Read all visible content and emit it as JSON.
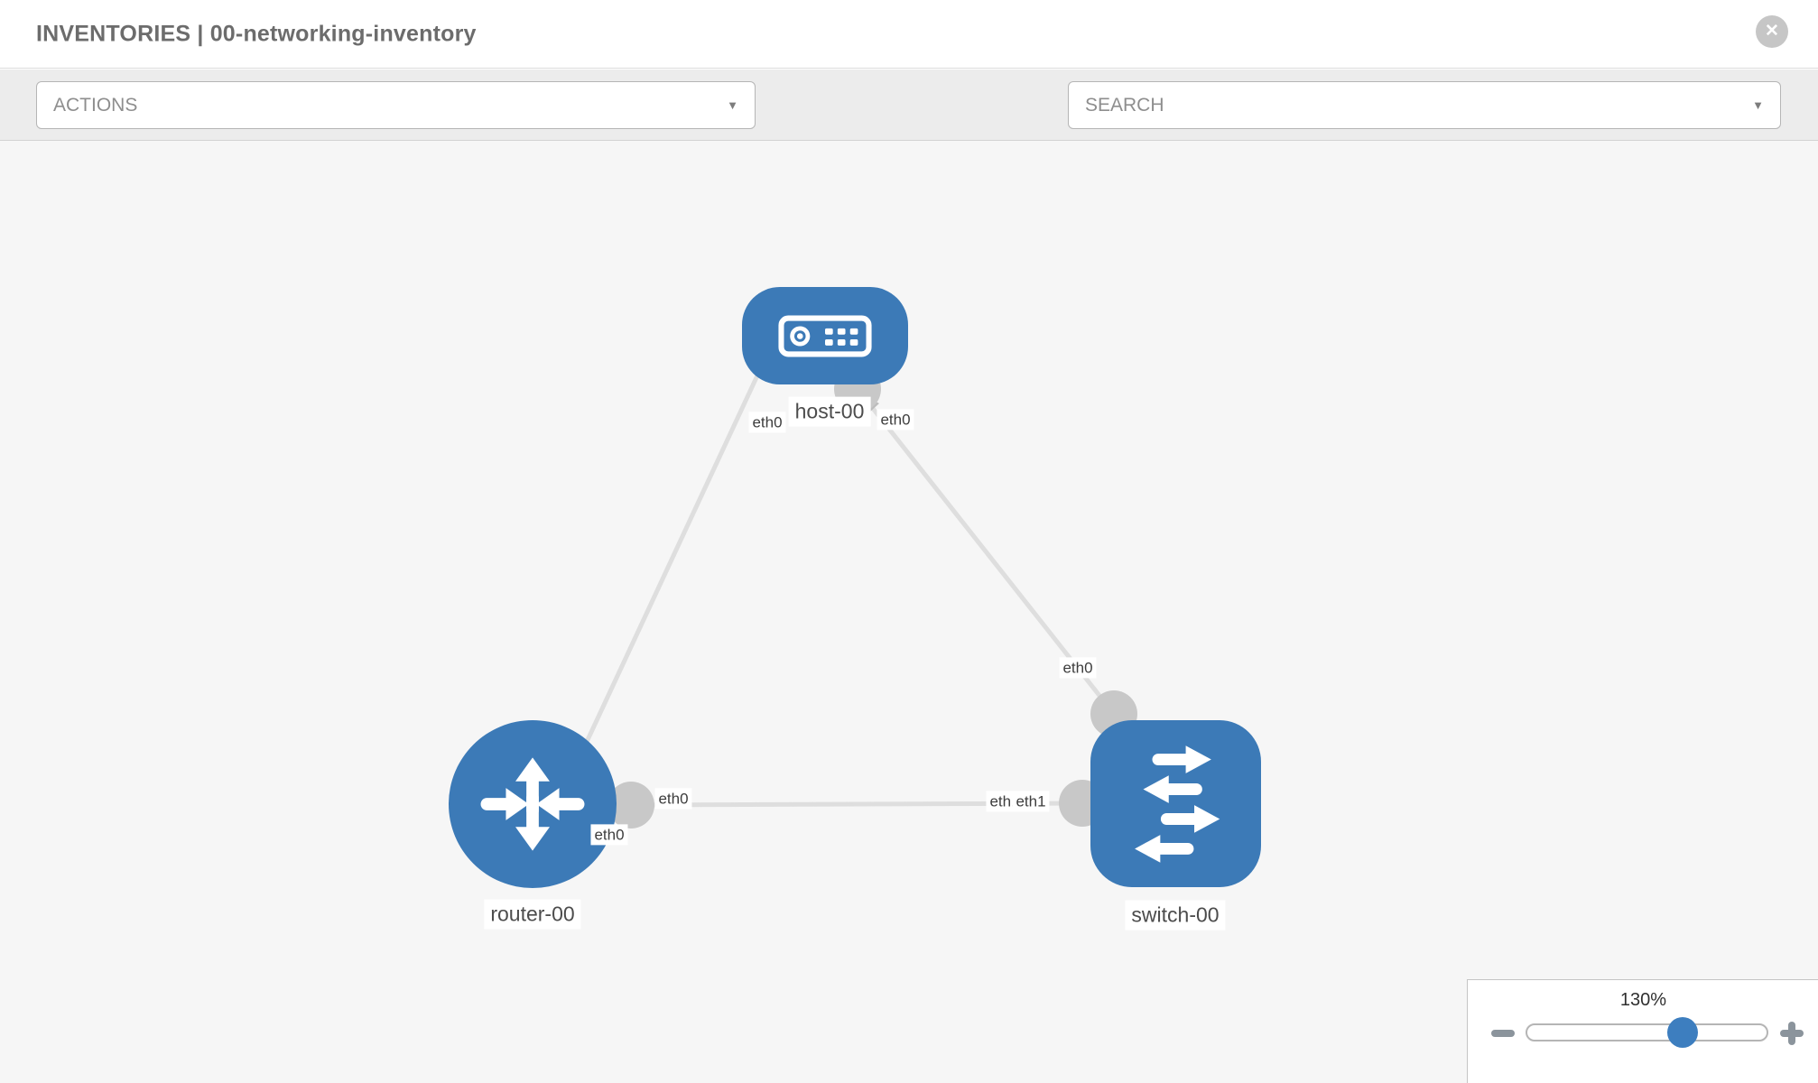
{
  "header": {
    "title": "INVENTORIES | 00-networking-inventory"
  },
  "toolbar": {
    "actions_label": "ACTIONS",
    "search_placeholder": "SEARCH"
  },
  "icons": {
    "close_icon": "✕",
    "caret_down_icon": "▼",
    "wrench_icon": "svg-wrench",
    "key_icon": "svg-key",
    "zoom_out_icon": "css-minus-bar",
    "zoom_in_icon": "css-plus-cross"
  },
  "topology": {
    "nodes": [
      {
        "label": "host-00",
        "type": "host",
        "icon": "host-icon"
      },
      {
        "label": "router-00",
        "type": "router",
        "icon": "router-icon"
      },
      {
        "label": "switch-00",
        "type": "switch",
        "icon": "switch-icon"
      }
    ],
    "links": [
      {
        "from": "host-00",
        "to": "router-00",
        "from_interface": "eth0",
        "to_interface": "eth0"
      },
      {
        "from": "host-00",
        "to": "switch-00",
        "from_interface": "eth0",
        "to_interface": "eth0"
      },
      {
        "from": "router-00",
        "to": "switch-00",
        "from_interface": "eth0",
        "to_interface": "eth1",
        "to_interface_overlap": "eth1"
      }
    ]
  },
  "zoom_control": {
    "value": "130%",
    "percent": 130
  },
  "colors": {
    "node_blue": "#3c7ab7",
    "link_gray": "#dedede",
    "bubble_gray": "#c8c8c8",
    "icon_gray": "#8b949c",
    "canvas_bg": "#f6f6f6"
  }
}
